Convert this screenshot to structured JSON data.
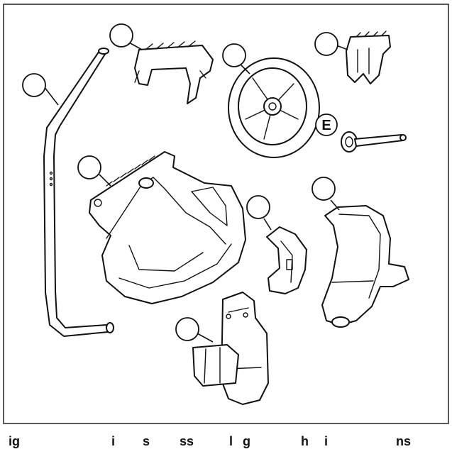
{
  "figure": {
    "callout_letter_e": "E",
    "parts": [
      {
        "id": "handle",
        "icon": "handle-tube"
      },
      {
        "id": "top-clip",
        "icon": "bracket-clip"
      },
      {
        "id": "wheel",
        "icon": "wheel"
      },
      {
        "id": "small-clip",
        "icon": "small-bracket"
      },
      {
        "id": "axle-pin",
        "icon": "axle-pin"
      },
      {
        "id": "main-housing",
        "icon": "housing"
      },
      {
        "id": "latch",
        "icon": "latch"
      },
      {
        "id": "swivel-bracket",
        "icon": "swivel-bracket"
      },
      {
        "id": "base-mount",
        "icon": "base-mount"
      }
    ]
  },
  "caption": {
    "fragments": [
      "ig",
      "i",
      "s",
      "ss",
      "l",
      "g",
      "h",
      "i",
      "ns"
    ]
  }
}
